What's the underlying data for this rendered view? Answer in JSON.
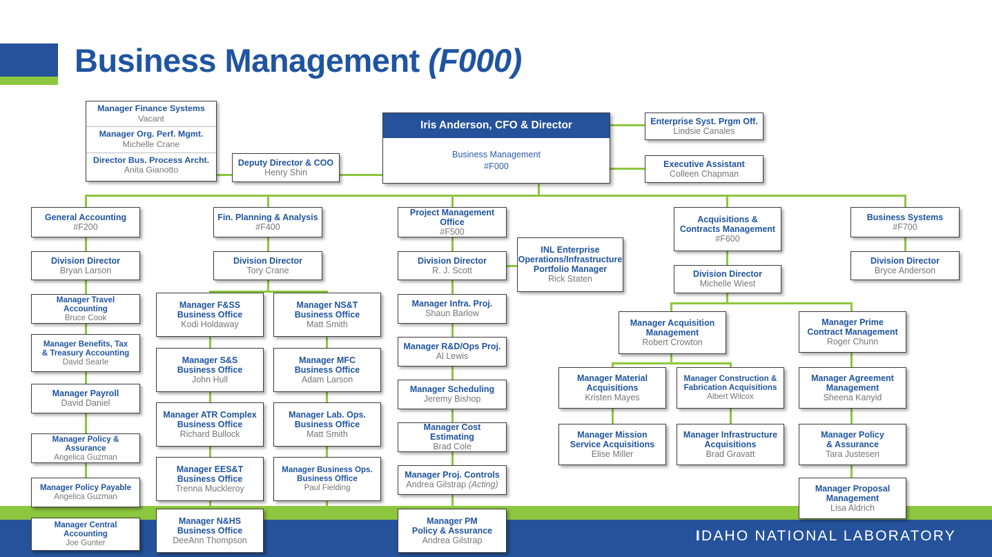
{
  "header": {
    "title_main": "Business Management",
    "title_code": "(F000)"
  },
  "footer": {
    "logo_lead": "I",
    "logo_rest": "DAHO NATIONAL LABORATORY"
  },
  "colors": {
    "brand_blue": "#25529A",
    "brand_green": "#8DC63F",
    "title_blue": "#1F54A0",
    "name_gray": "#767676"
  },
  "root": {
    "head": "Iris Anderson, CFO & Director",
    "org": "Business Management",
    "code": "#F000"
  },
  "left_stack": [
    {
      "title": "Manager Finance Systems",
      "name": "Vacant"
    },
    {
      "title": "Manager Org. Perf. Mgmt.",
      "name": "Michelle Crane"
    },
    {
      "title": "Director Bus. Process Archt.",
      "name": "Anita Gianotto"
    }
  ],
  "deputy": {
    "title": "Deputy Director & COO",
    "name": "Henry Shin"
  },
  "right_staff": [
    {
      "title": "Enterprise Syst. Prgm Off.",
      "name": "Lindsie Canales"
    },
    {
      "title": "Executive Assistant",
      "name": "Colleen Chapman"
    }
  ],
  "divisions": [
    {
      "id": "general-accounting",
      "title": "General Accounting",
      "code": "#F200",
      "director": {
        "title": "Division Director",
        "name": "Bryan Larson"
      },
      "reports": [
        {
          "title": "Manager Travel Accounting",
          "name": "Bruce Cook"
        },
        {
          "title": "Manager Benefits, Tax\n& Treasury Accounting",
          "name": "David Searle"
        },
        {
          "title": "Manager Payroll",
          "name": "David Daniel"
        },
        {
          "title": "Manager Policy & Assurance",
          "name": "Angelica Guzman"
        },
        {
          "title": "Manager Policy Payable",
          "name": "Angelica Guzman"
        },
        {
          "title": "Manager Central Accounting",
          "name": "Joe Gunter"
        }
      ]
    },
    {
      "id": "fin-planning-analysis",
      "title": "Fin. Planning & Analysis",
      "code": "#F400",
      "director": {
        "title": "Division Director",
        "name": "Tory Crane"
      },
      "col_left": [
        {
          "title": "Manager F&SS\nBusiness Office",
          "name": "Kodi Holdaway"
        },
        {
          "title": "Manager S&S\nBusiness Office",
          "name": "John Hull"
        },
        {
          "title": "Manager ATR Complex\nBusiness Office",
          "name": "Richard Bullock"
        },
        {
          "title": "Manager EES&T\nBusiness Office",
          "name": "Trenna Muckleroy"
        },
        {
          "title": "Manager N&HS\nBusiness Office",
          "name": "DeeAnn Thompson"
        }
      ],
      "col_right": [
        {
          "title": "Manager NS&T\nBusiness Office",
          "name": "Matt Smith"
        },
        {
          "title": "Manager MFC\nBusiness Office",
          "name": "Adam Larson"
        },
        {
          "title": "Manager Lab. Ops.\nBusiness Office",
          "name": "Matt Smith"
        },
        {
          "title": "Manager Business Ops.\nBusiness Office",
          "name": "Paul Fielding"
        }
      ]
    },
    {
      "id": "project-management-office",
      "title": "Project Management Office",
      "code": "#F500",
      "director": {
        "title": "Division Director",
        "name": "R. J. Scott"
      },
      "side": {
        "title": "INL Enterprise\nOperations/Infrastructure\nPortfolio Manager",
        "name": "Rick Staten"
      },
      "reports": [
        {
          "title": "Manager Infra. Proj.",
          "name": "Shaun Barlow"
        },
        {
          "title": "Manager R&D/Ops Proj.",
          "name": "Al Lewis"
        },
        {
          "title": "Manager Scheduling",
          "name": "Jeremy Bishop"
        },
        {
          "title": "Manager Cost Estimating",
          "name": "Brad Cole"
        },
        {
          "title": "Manager Proj. Controls",
          "name": "Andrea Gilstrap",
          "name_suffix": "(Acting)"
        },
        {
          "title": "Manager PM\nPolicy & Assurance",
          "name": "Andrea Gilstrap"
        }
      ]
    },
    {
      "id": "acquisitions-contracts-management",
      "title": "Acquisitions &\nContracts Management",
      "code": "#F600",
      "director": {
        "title": "Division Director",
        "name": "Michelle Wiest"
      },
      "acq_mgr": {
        "title": "Manager Acquisition\nManagement",
        "name": "Robert Crowton"
      },
      "acq_left": [
        {
          "title": "Manager Material\nAcquisitions",
          "name": "Kristen Mayes"
        },
        {
          "title": "Manager Mission\nService Acquisitions",
          "name": "Elise Miller"
        }
      ],
      "acq_right": [
        {
          "title": "Manager Construction &\nFabrication Acquisitions",
          "name": "Albert Wilcox"
        },
        {
          "title": "Manager Infrastructure\nAcquisitions",
          "name": "Brad Gravatt"
        }
      ],
      "prime": [
        {
          "title": "Manager Prime\nContract Management",
          "name": "Roger Chunn"
        },
        {
          "title": "Manager Agreement\nManagement",
          "name": "Sheena Kanyid"
        },
        {
          "title": "Manager Policy\n& Assurance",
          "name": "Tara Justesen"
        },
        {
          "title": "Manager Proposal\nManagement",
          "name": "Lisa Aldrich"
        }
      ]
    },
    {
      "id": "business-systems",
      "title": "Business Systems",
      "code": "#F700",
      "director": {
        "title": "Division Director",
        "name": "Bryce Anderson"
      }
    }
  ]
}
